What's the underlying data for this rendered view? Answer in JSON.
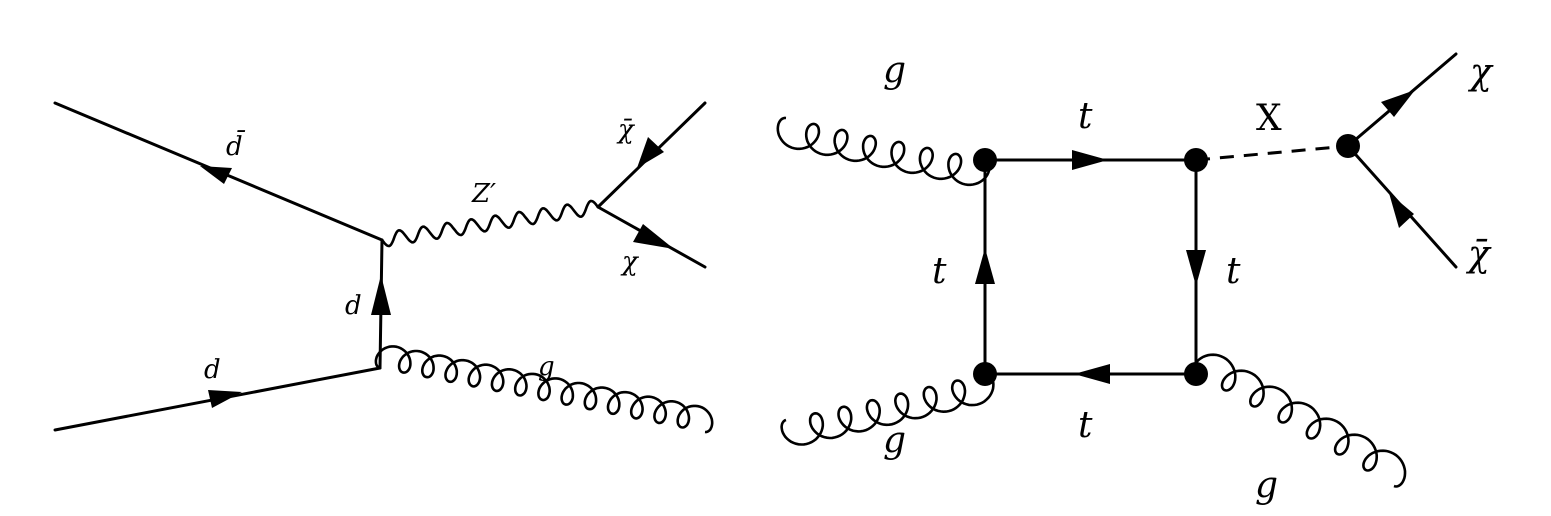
{
  "diagram_left": {
    "labels": {
      "dbar_top": "d̄",
      "zprime": "Z′",
      "chibar_top": "χ̄",
      "chi_bottom": "χ",
      "d_vertical": "d",
      "d_bottom": "d",
      "g_bottom": "g"
    }
  },
  "diagram_right": {
    "labels": {
      "g_top": "g",
      "t_top": "t",
      "x_mediator": "X",
      "chi_top": "χ",
      "t_left": "t",
      "t_right": "t",
      "chibar_bottom": "χ̄",
      "t_bottom": "t",
      "g_bottom_left": "g",
      "g_bottom_right": "g"
    }
  }
}
